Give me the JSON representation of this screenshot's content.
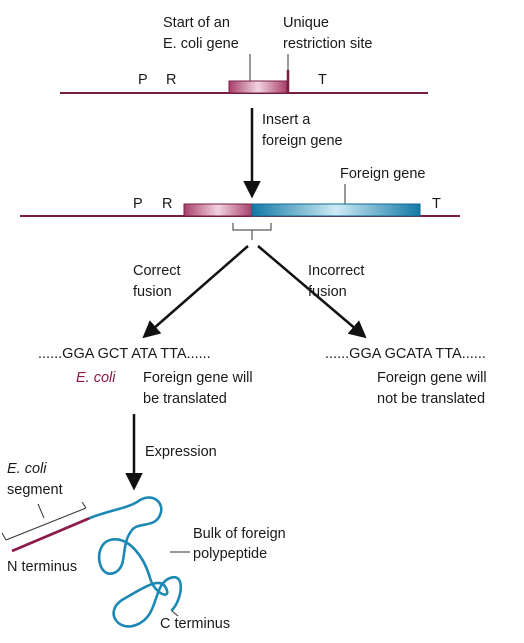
{
  "top": {
    "start_label_1": "Start of an",
    "start_label_2_italic": "E. coli",
    "start_label_2_rest": " gene",
    "site_label_1": "Unique",
    "site_label_2": "restriction site",
    "p": "P",
    "r": "R",
    "t": "T"
  },
  "step1": {
    "label_1": "Insert a",
    "label_2": "foreign gene"
  },
  "middle": {
    "foreign_gene_label": "Foreign gene",
    "p": "P",
    "r": "R",
    "t": "T"
  },
  "branches": {
    "correct_1": "Correct",
    "correct_2": "fusion",
    "incorrect_1": "Incorrect",
    "incorrect_2": "fusion"
  },
  "sequences": {
    "correct_prefix": "......GGA GCT",
    "correct_suffix": " ATA TTA......",
    "incorrect_prefix": "......GGA GC",
    "incorrect_suffix": "ATA TTA......"
  },
  "outcomes": {
    "ecoli": "E. coli",
    "correct_1": "Foreign gene will",
    "correct_2": "be translated",
    "incorrect_1": "Foreign gene will",
    "incorrect_2": "not be translated"
  },
  "expression": {
    "label": "Expression"
  },
  "protein": {
    "segment_1": "E. coli",
    "segment_2": "segment",
    "n_terminus": "N terminus",
    "bulk_1": "Bulk of foreign",
    "bulk_2": "polypeptide",
    "c_terminus": "C terminus"
  },
  "colors": {
    "dna_line": "#7a1d45",
    "ecoli_magenta": "#8c1a4a",
    "foreign_blue": "#1c88b4"
  }
}
